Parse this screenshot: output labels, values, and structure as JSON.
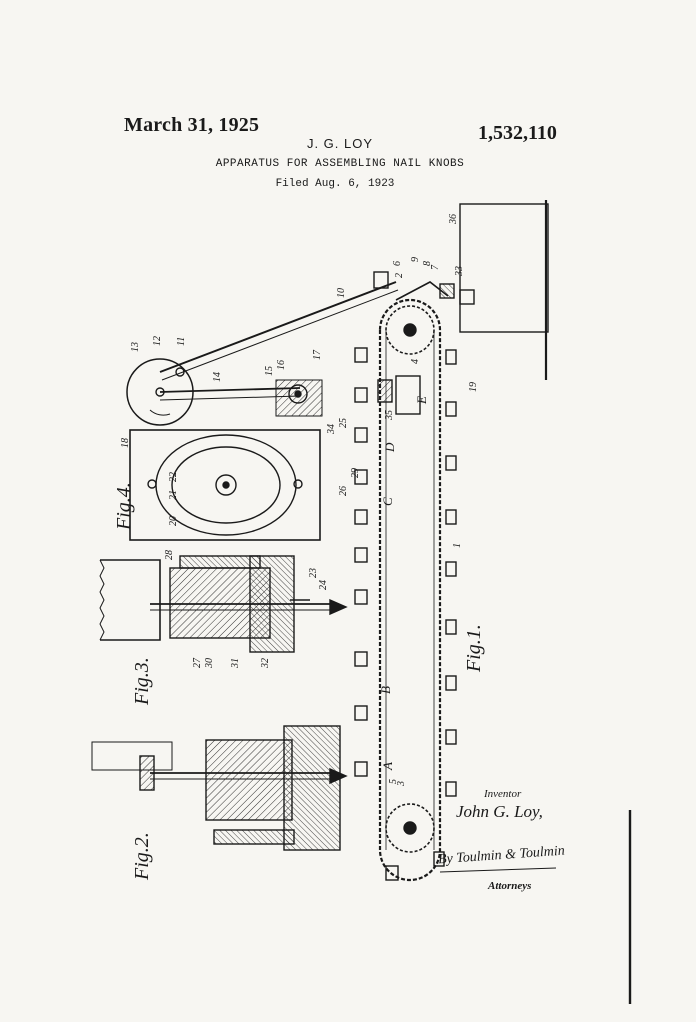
{
  "header": {
    "date": "March 31, 1925",
    "inventor": "J. G. LOY",
    "patent_number": "1,532,110",
    "title": "APPARATUS FOR ASSEMBLING NAIL KNOBS",
    "filed": "Filed Aug. 6, 1923"
  },
  "figures": {
    "fig1": "Fig.1.",
    "fig2": "Fig.2.",
    "fig3": "Fig.3.",
    "fig4": "Fig.4."
  },
  "station_letters": [
    "A",
    "B",
    "C",
    "D",
    "E"
  ],
  "signatures": {
    "inventor_label": "Inventor",
    "inventor_name": "John G. Loy,",
    "attorney_name": "By Toulmin & Toulmin",
    "attorneys_label": "Attorneys"
  },
  "reference_numerals": [
    "1",
    "2",
    "3",
    "4",
    "5",
    "6",
    "7",
    "8",
    "9",
    "10",
    "11",
    "12",
    "13",
    "14",
    "15",
    "16",
    "17",
    "18",
    "19",
    "20",
    "21",
    "22",
    "23",
    "24",
    "25",
    "26",
    "27",
    "28",
    "29",
    "30",
    "31",
    "32",
    "33",
    "34",
    "35",
    "36"
  ],
  "colors": {
    "paper": "#f7f6f2",
    "ink": "#1a1a1a"
  }
}
